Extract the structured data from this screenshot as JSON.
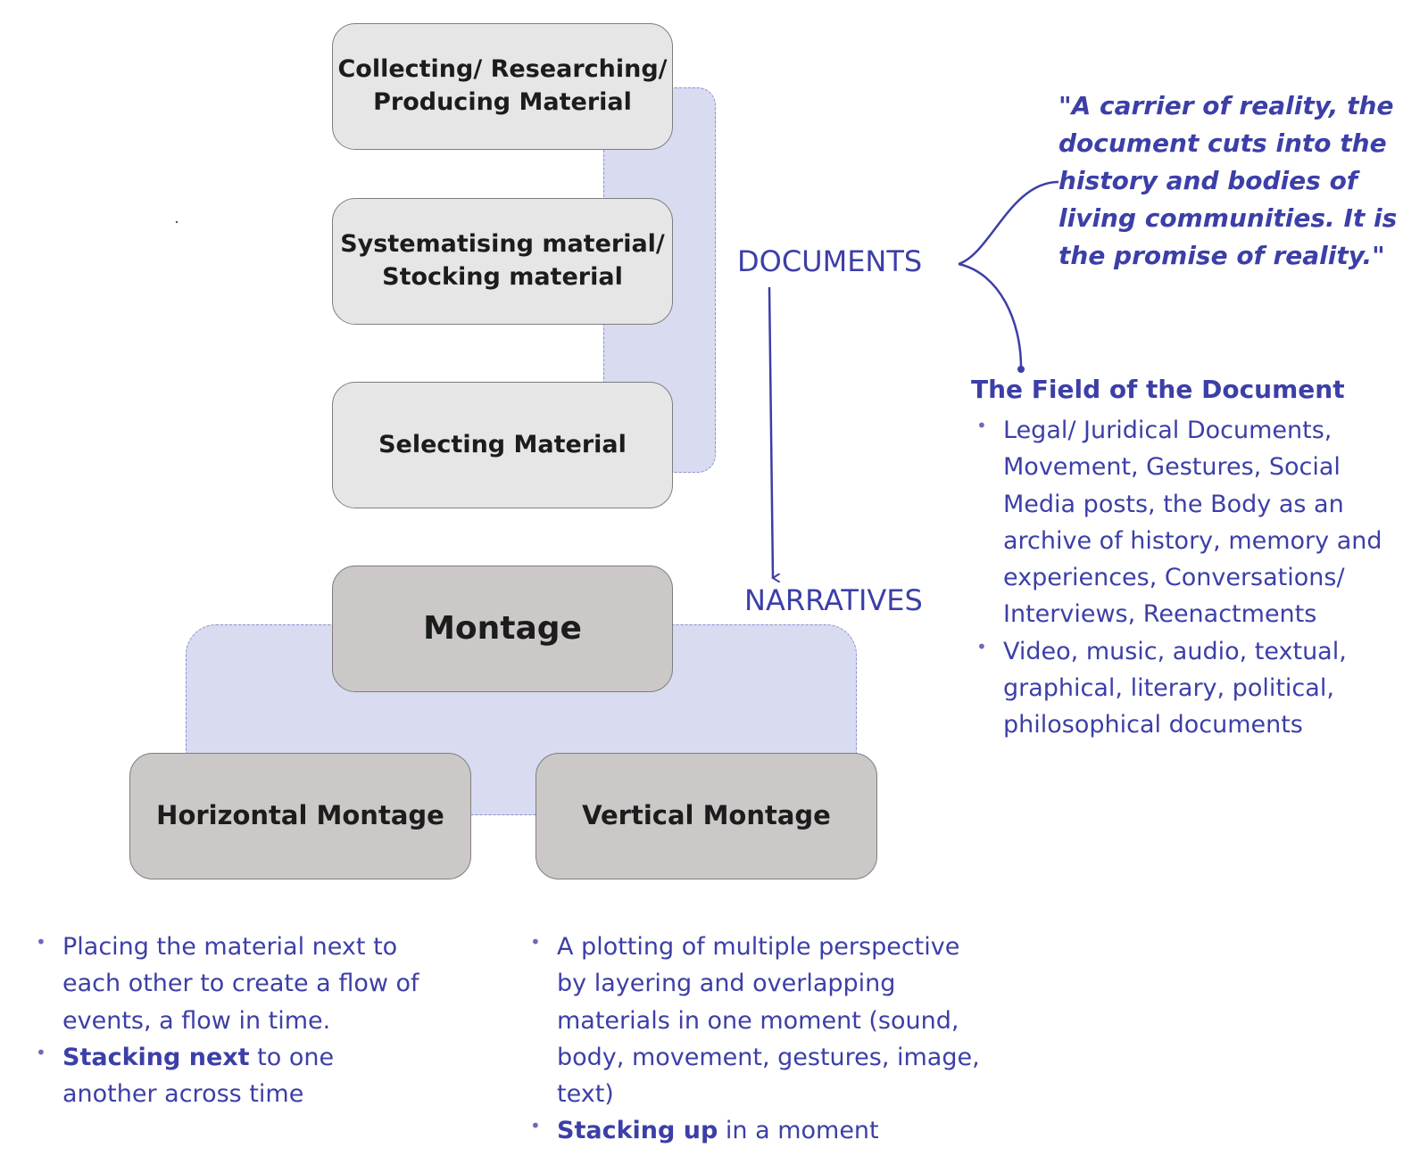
{
  "process": {
    "collecting": [
      "Collecting/ Researching/",
      "Producing Material"
    ],
    "systematising": [
      "Systematising material/",
      "Stocking material"
    ],
    "selecting": "Selecting Material"
  },
  "montage": {
    "main": "Montage",
    "horizontal": "Horizontal Montage",
    "vertical": "Vertical Montage"
  },
  "flow": {
    "documents": "DOCUMENTS",
    "narratives": "NARRATIVES"
  },
  "quote": "\"A carrier of reality, the document cuts into  the history and bodies of living communities. It is the promise of reality.\"",
  "field": {
    "title": "The Field of the Document",
    "items": [
      "Legal/ Juridical Documents, Movement, Gestures, Social Media posts, the Body as an archive of history, memory and experiences, Conversations/ Interviews, Reenactments",
      "Video, music, audio, textual, graphical, literary, political, philosophical documents"
    ]
  },
  "horizontal_notes": {
    "item1": "Placing the material next to each other to create a flow of events, a flow in time.",
    "item2_bold": "Stacking next",
    "item2_rest": " to one another across time"
  },
  "vertical_notes": {
    "item1": "A plotting of multiple perspective by layering and  overlapping materials in one moment (sound, body, movement, gestures, image, text)",
    "item2_bold": "Stacking up",
    "item2_rest": " in a moment"
  },
  "colors": {
    "accent": "#3c3fa7",
    "lavender": "#d9dbf1",
    "box_light": "#e6e6e6",
    "box_dark": "#cbc8c7"
  }
}
